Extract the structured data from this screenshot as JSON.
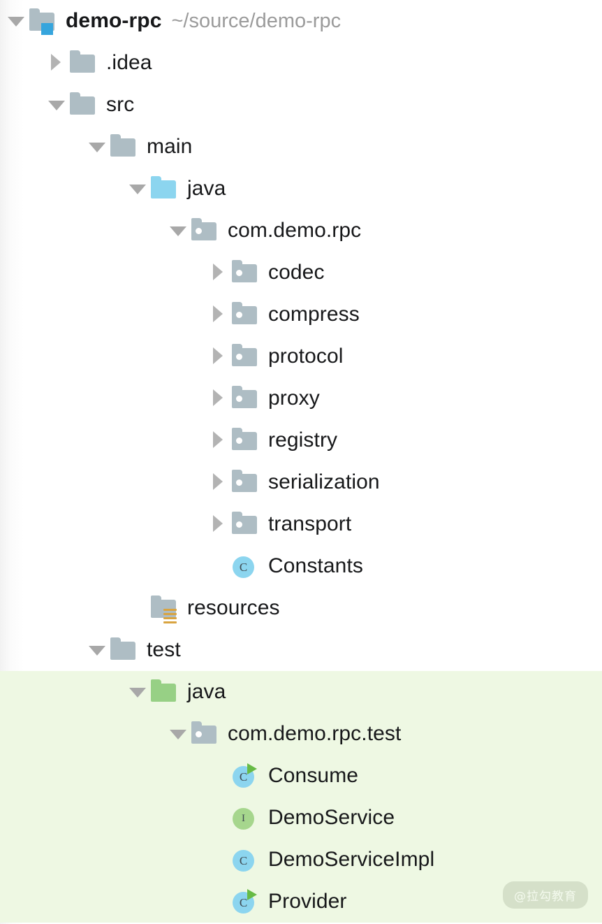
{
  "watermark": {
    "text": "@拉勾教育"
  },
  "colors": {
    "selection_background": "#eef8e3",
    "folder_default": "#aebdc4",
    "folder_source_java": "#8cd5ef",
    "folder_test_java": "#97d085",
    "module_badge": "#36a5dd",
    "resources_badge": "#d9a441",
    "class_icon": "#8cd5ef",
    "interface_icon": "#a6d68d",
    "run_badge": "#67bb45",
    "label_text": "#17181a",
    "path_text": "#9b9b9b"
  },
  "tree": {
    "rows": [
      {
        "id": "demo-rpc",
        "label": "demo-rpc",
        "path": "~/source/demo-rpc",
        "depth": 0,
        "twisty": "open",
        "icon": "module-folder",
        "bold": true,
        "highlighted": false
      },
      {
        "id": "idea",
        "label": ".idea",
        "path": "",
        "depth": 1,
        "twisty": "closed",
        "icon": "folder",
        "bold": false,
        "highlighted": false
      },
      {
        "id": "src",
        "label": "src",
        "path": "",
        "depth": 1,
        "twisty": "open",
        "icon": "folder",
        "bold": false,
        "highlighted": false
      },
      {
        "id": "main",
        "label": "main",
        "path": "",
        "depth": 2,
        "twisty": "open",
        "icon": "folder",
        "bold": false,
        "highlighted": false
      },
      {
        "id": "main-java",
        "label": "java",
        "path": "",
        "depth": 3,
        "twisty": "open",
        "icon": "folder-blue",
        "bold": false,
        "highlighted": false
      },
      {
        "id": "com-demo-rpc",
        "label": "com.demo.rpc",
        "path": "",
        "depth": 4,
        "twisty": "open",
        "icon": "package",
        "bold": false,
        "highlighted": false
      },
      {
        "id": "codec",
        "label": "codec",
        "path": "",
        "depth": 5,
        "twisty": "closed",
        "icon": "package",
        "bold": false,
        "highlighted": false
      },
      {
        "id": "compress",
        "label": "compress",
        "path": "",
        "depth": 5,
        "twisty": "closed",
        "icon": "package",
        "bold": false,
        "highlighted": false
      },
      {
        "id": "protocol",
        "label": "protocol",
        "path": "",
        "depth": 5,
        "twisty": "closed",
        "icon": "package",
        "bold": false,
        "highlighted": false
      },
      {
        "id": "proxy",
        "label": "proxy",
        "path": "",
        "depth": 5,
        "twisty": "closed",
        "icon": "package",
        "bold": false,
        "highlighted": false
      },
      {
        "id": "registry",
        "label": "registry",
        "path": "",
        "depth": 5,
        "twisty": "closed",
        "icon": "package",
        "bold": false,
        "highlighted": false
      },
      {
        "id": "serialization",
        "label": "serialization",
        "path": "",
        "depth": 5,
        "twisty": "closed",
        "icon": "package",
        "bold": false,
        "highlighted": false
      },
      {
        "id": "transport",
        "label": "transport",
        "path": "",
        "depth": 5,
        "twisty": "closed",
        "icon": "package",
        "bold": false,
        "highlighted": false
      },
      {
        "id": "constants",
        "label": "Constants",
        "path": "",
        "depth": 5,
        "twisty": "none",
        "icon": "class",
        "bold": false,
        "highlighted": false
      },
      {
        "id": "resources",
        "label": "resources",
        "path": "",
        "depth": 3,
        "twisty": "none",
        "icon": "resources-folder",
        "bold": false,
        "highlighted": false
      },
      {
        "id": "test",
        "label": "test",
        "path": "",
        "depth": 2,
        "twisty": "open",
        "icon": "folder",
        "bold": false,
        "highlighted": false
      },
      {
        "id": "test-java",
        "label": "java",
        "path": "",
        "depth": 3,
        "twisty": "open",
        "icon": "folder-green",
        "bold": false,
        "highlighted": true
      },
      {
        "id": "com-demo-rpc-test",
        "label": "com.demo.rpc.test",
        "path": "",
        "depth": 4,
        "twisty": "open",
        "icon": "package",
        "bold": false,
        "highlighted": true
      },
      {
        "id": "consume",
        "label": "Consume",
        "path": "",
        "depth": 5,
        "twisty": "none",
        "icon": "class-runnable",
        "bold": false,
        "highlighted": true
      },
      {
        "id": "demoservice",
        "label": "DemoService",
        "path": "",
        "depth": 5,
        "twisty": "none",
        "icon": "interface",
        "bold": false,
        "highlighted": true
      },
      {
        "id": "demoserviceimpl",
        "label": "DemoServiceImpl",
        "path": "",
        "depth": 5,
        "twisty": "none",
        "icon": "class",
        "bold": false,
        "highlighted": true
      },
      {
        "id": "provider",
        "label": "Provider",
        "path": "",
        "depth": 5,
        "twisty": "none",
        "icon": "class-runnable",
        "bold": false,
        "highlighted": true
      }
    ]
  }
}
